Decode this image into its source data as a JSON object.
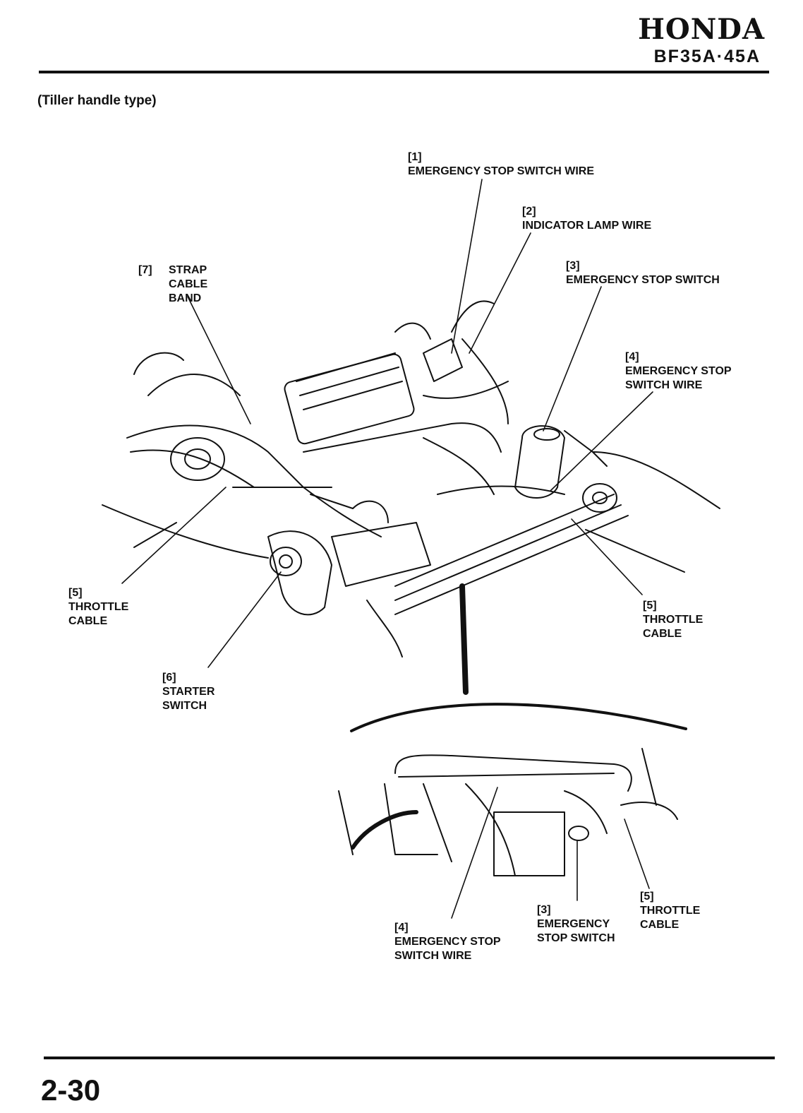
{
  "header": {
    "brand": "HONDA",
    "model": "BF35A·45A"
  },
  "subtitle": "(Tiller handle type)",
  "page_number": "2-30",
  "labels": [
    {
      "id": "1",
      "lines": [
        "[1]",
        "EMERGENCY STOP SWITCH WIRE"
      ]
    },
    {
      "id": "2",
      "lines": [
        "[2]",
        "INDICATOR LAMP WIRE"
      ]
    },
    {
      "id": "3",
      "lines": [
        "[3]",
        "EMERGENCY STOP SWITCH"
      ]
    },
    {
      "id": "4",
      "lines": [
        "[4]",
        "EMERGENCY STOP",
        "SWITCH WIRE"
      ]
    },
    {
      "id": "5L",
      "lines": [
        "[5]",
        "THROTTLE",
        "CABLE"
      ]
    },
    {
      "id": "5R",
      "lines": [
        "[5]",
        "THROTTLE",
        "CABLE"
      ]
    },
    {
      "id": "6",
      "lines": [
        "[6]",
        "STARTER",
        "SWITCH"
      ]
    },
    {
      "id": "7",
      "lines": [
        "[7]",
        "STRAP",
        "CABLE",
        "BAND"
      ]
    },
    {
      "id": "4B",
      "lines": [
        "[4]",
        "EMERGENCY STOP",
        "SWITCH WIRE"
      ]
    },
    {
      "id": "3B",
      "lines": [
        "[3]",
        "EMERGENCY",
        "STOP SWITCH"
      ]
    },
    {
      "id": "5B",
      "lines": [
        "[5]",
        "THROTTLE",
        "CABLE"
      ]
    }
  ]
}
